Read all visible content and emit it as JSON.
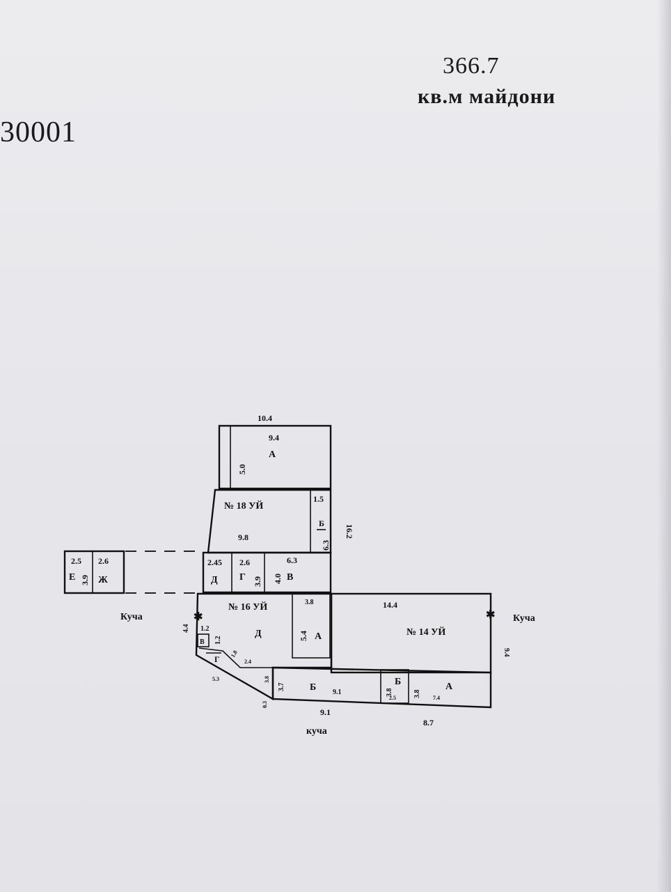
{
  "header": {
    "area_value": "366.7",
    "area_unit": "кв.м майдони",
    "doc_number": "30001"
  },
  "plan": {
    "top_width": "10.4",
    "house18": {
      "a_width": "9.4",
      "a_label": "А",
      "a_height": "5.0",
      "title": "№ 18 УЙ",
      "main_width": "9.8",
      "b_width": "1.5",
      "b_label": "Б",
      "b_height": "6.3",
      "depth": "16.2",
      "d_width": "2.45",
      "d_label": "Д",
      "g_width": "2.6",
      "g_label": "Г",
      "g_height": "3.9",
      "v_width": "6.3",
      "v_height": "4.0",
      "v_label": "В"
    },
    "outbuilding": {
      "e_width": "2.5",
      "e_label": "Е",
      "e_height": "3.9",
      "zh_width": "2.6",
      "zh_label": "Ж"
    },
    "house16": {
      "title": "№ 16 УЙ",
      "d_label": "Д",
      "a_width": "3.8",
      "a_height": "5.4",
      "a_label": "А",
      "left_depth": "4.4",
      "v_label": "В",
      "v_dim1": "1.2",
      "v_dim2": "1.2",
      "g_label": "Г",
      "g_dim1": "1.8",
      "g_dim2": "2.4",
      "slope_len": "5.3",
      "short_a": "3.8",
      "short_b": "0.3",
      "b_height": "3.7",
      "b_label": "Б",
      "b_width": "9.1",
      "bottom_width": "9.1"
    },
    "house14": {
      "title": "№ 14 УЙ",
      "width": "14.4",
      "depth": "9.4",
      "b_label": "Б",
      "b_height": "3.8",
      "b_width": "2.5",
      "a_height": "3.8",
      "a_width": "7.4",
      "a_label": "А",
      "bottom_width": "8.7"
    },
    "streets": {
      "left": "Куча",
      "right": "Куча",
      "bottom": "куча"
    }
  }
}
